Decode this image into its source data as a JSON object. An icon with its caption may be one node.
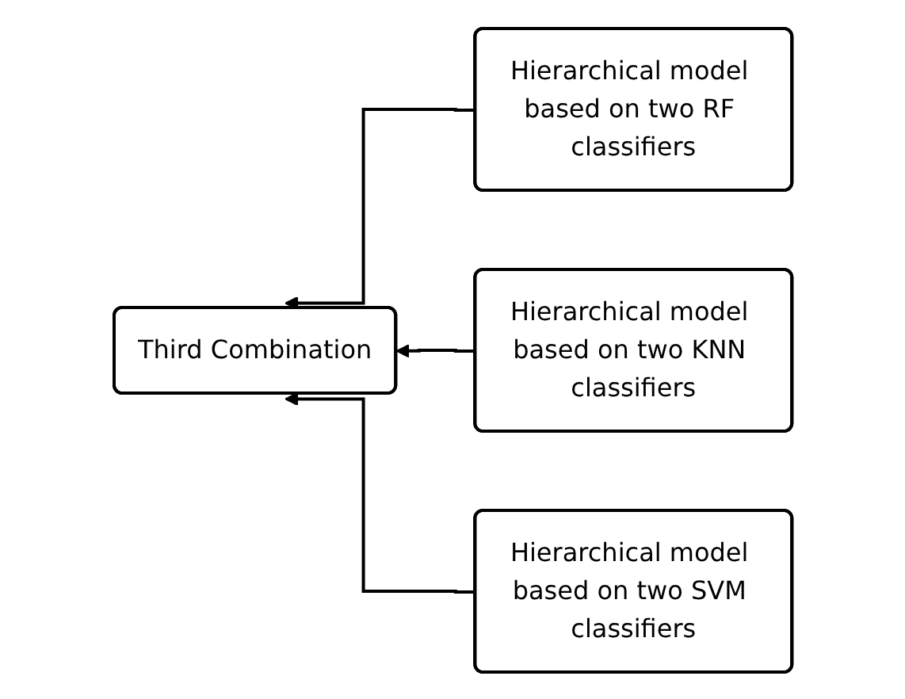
{
  "diagram": {
    "nodes": [
      {
        "text": [
          "Third Combination"
        ]
      },
      {
        "text": [
          "Hierarchical model based on two RF classifiers"
        ]
      },
      {
        "text": [
          "Hierarchical model based on two KNN classifiers"
        ]
      },
      {
        "text": [
          "Hierarchical model based on two SVM classifiers"
        ]
      }
    ],
    "edges": [
      {
        "from": 1,
        "to": 0,
        "arrow": "to"
      },
      {
        "from": 2,
        "to": 0,
        "arrow": "to"
      },
      {
        "from": 3,
        "to": 0,
        "arrow": "to"
      }
    ]
  }
}
